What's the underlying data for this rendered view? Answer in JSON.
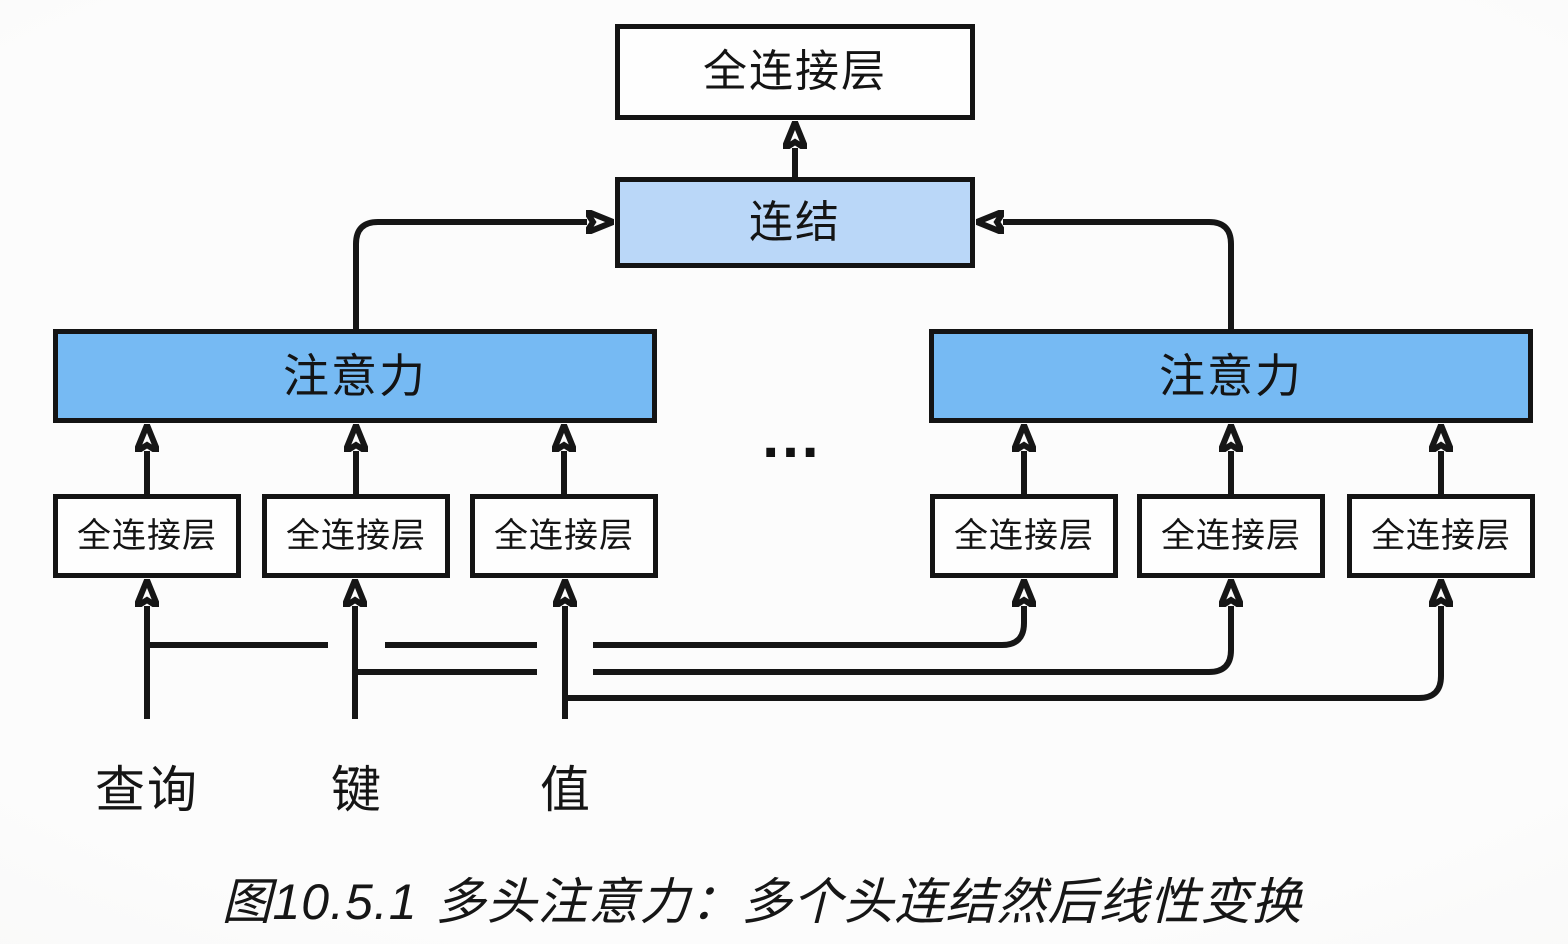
{
  "diagram": {
    "output_layer": {
      "label": "全连接层"
    },
    "concat": {
      "label": "连结"
    },
    "attention_heads": [
      {
        "label": "注意力"
      },
      {
        "label": "注意力"
      }
    ],
    "fc_layers": [
      {
        "label": "全连接层"
      },
      {
        "label": "全连接层"
      },
      {
        "label": "全连接层"
      },
      {
        "label": "全连接层"
      },
      {
        "label": "全连接层"
      },
      {
        "label": "全连接层"
      }
    ],
    "ellipsis": "…",
    "inputs": [
      {
        "label": "查询"
      },
      {
        "label": "键"
      },
      {
        "label": "值"
      }
    ],
    "caption": {
      "figure_number": "图10.5.1",
      "text": "多头注意力：多个头连结然后线性变换"
    },
    "colors": {
      "attention_fill": "#76BAF3",
      "concat_fill": "#BAD7F8",
      "box_border": "#141414",
      "line": "#161616"
    }
  }
}
